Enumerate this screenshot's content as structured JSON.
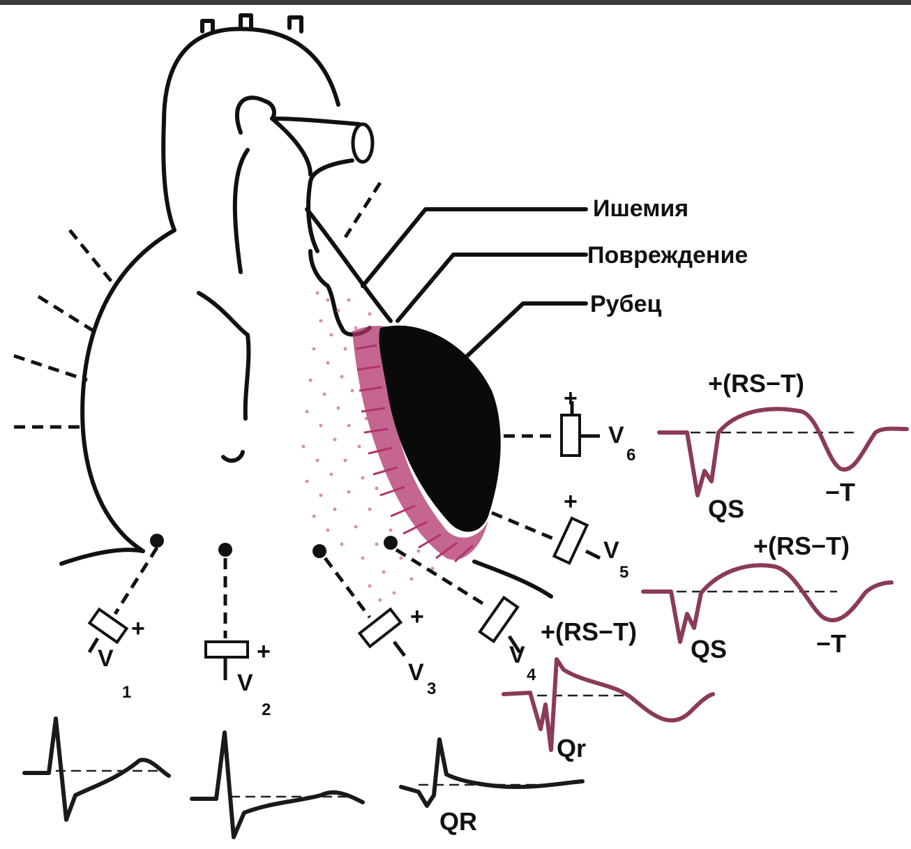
{
  "zones": {
    "ischemia": "Ишемия",
    "injury": "Повреждение",
    "scar": "Рубец"
  },
  "leads": {
    "v1": {
      "letter": "V",
      "sub": "1"
    },
    "v2": {
      "letter": "V",
      "sub": "2"
    },
    "v3": {
      "letter": "V",
      "sub": "3"
    },
    "v4": {
      "letter": "V",
      "sub": "4"
    },
    "v5": {
      "letter": "V",
      "sub": "5"
    },
    "v6": {
      "letter": "V",
      "sub": "6"
    }
  },
  "ecg_labels": {
    "v6_st": "+(RS−T)",
    "v6_qs": "QS",
    "v6_t": "−T",
    "v5_st": "+(RS−T)",
    "v5_qs": "QS",
    "v5_t": "−T",
    "v4_st": "+(RS−T)",
    "v4_qr": "Qr",
    "v3_qr": "QR"
  },
  "electrode_polarity": "+",
  "colors": {
    "ink": "#111111",
    "scar": "#0a0a0a",
    "injury": "#b0336a",
    "ischemia": "#d98fae",
    "ecg_affected": "#8b3a5a"
  }
}
